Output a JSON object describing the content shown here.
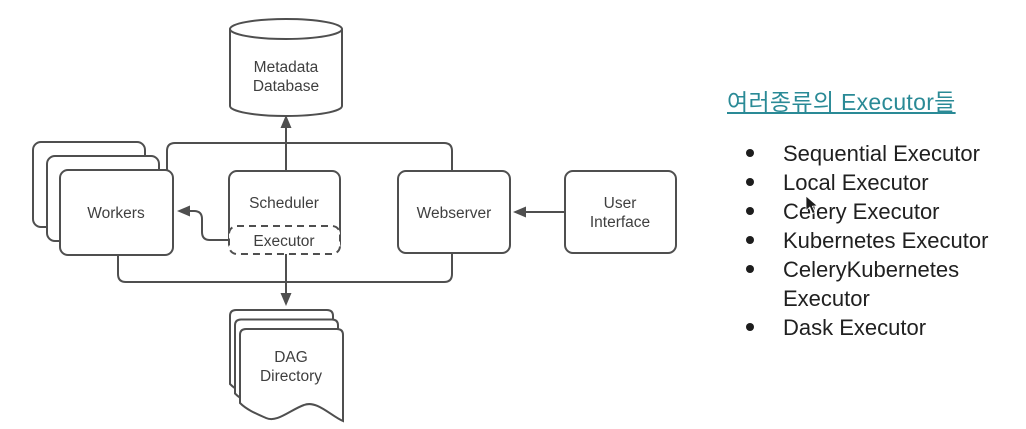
{
  "diagram": {
    "stroke_color": "#4f4f4f",
    "text_color": "#3f3f3f",
    "nodes": {
      "metadata_db": {
        "line1": "Metadata",
        "line2": "Database",
        "shape": "cylinder"
      },
      "workers": {
        "label": "Workers",
        "shape": "stacked-rectangles"
      },
      "scheduler": {
        "label": "Scheduler",
        "shape": "rectangle"
      },
      "executor": {
        "label": "Executor",
        "shape": "dashed-rectangle"
      },
      "webserver": {
        "label": "Webserver",
        "shape": "rectangle"
      },
      "user_interface": {
        "line1": "User",
        "line2": "Interface",
        "shape": "rectangle"
      },
      "dag_directory": {
        "line1": "DAG",
        "line2": "Directory",
        "shape": "stacked-documents"
      }
    },
    "edges": [
      "scheduler -> metadata-database",
      "executor -> workers",
      "executor -> dag-directory",
      "user-interface -> webserver",
      "bus: workers / scheduler / webserver (top and bottom connectors)"
    ]
  },
  "panel": {
    "heading": "여러종류의 Executor들",
    "heading_color": "#2a8a96",
    "items": [
      "Sequential Executor",
      "Local Executor",
      "Celery Executor",
      "Kubernetes Executor",
      "CeleryKubernetes Executor",
      "Dask Executor"
    ]
  }
}
